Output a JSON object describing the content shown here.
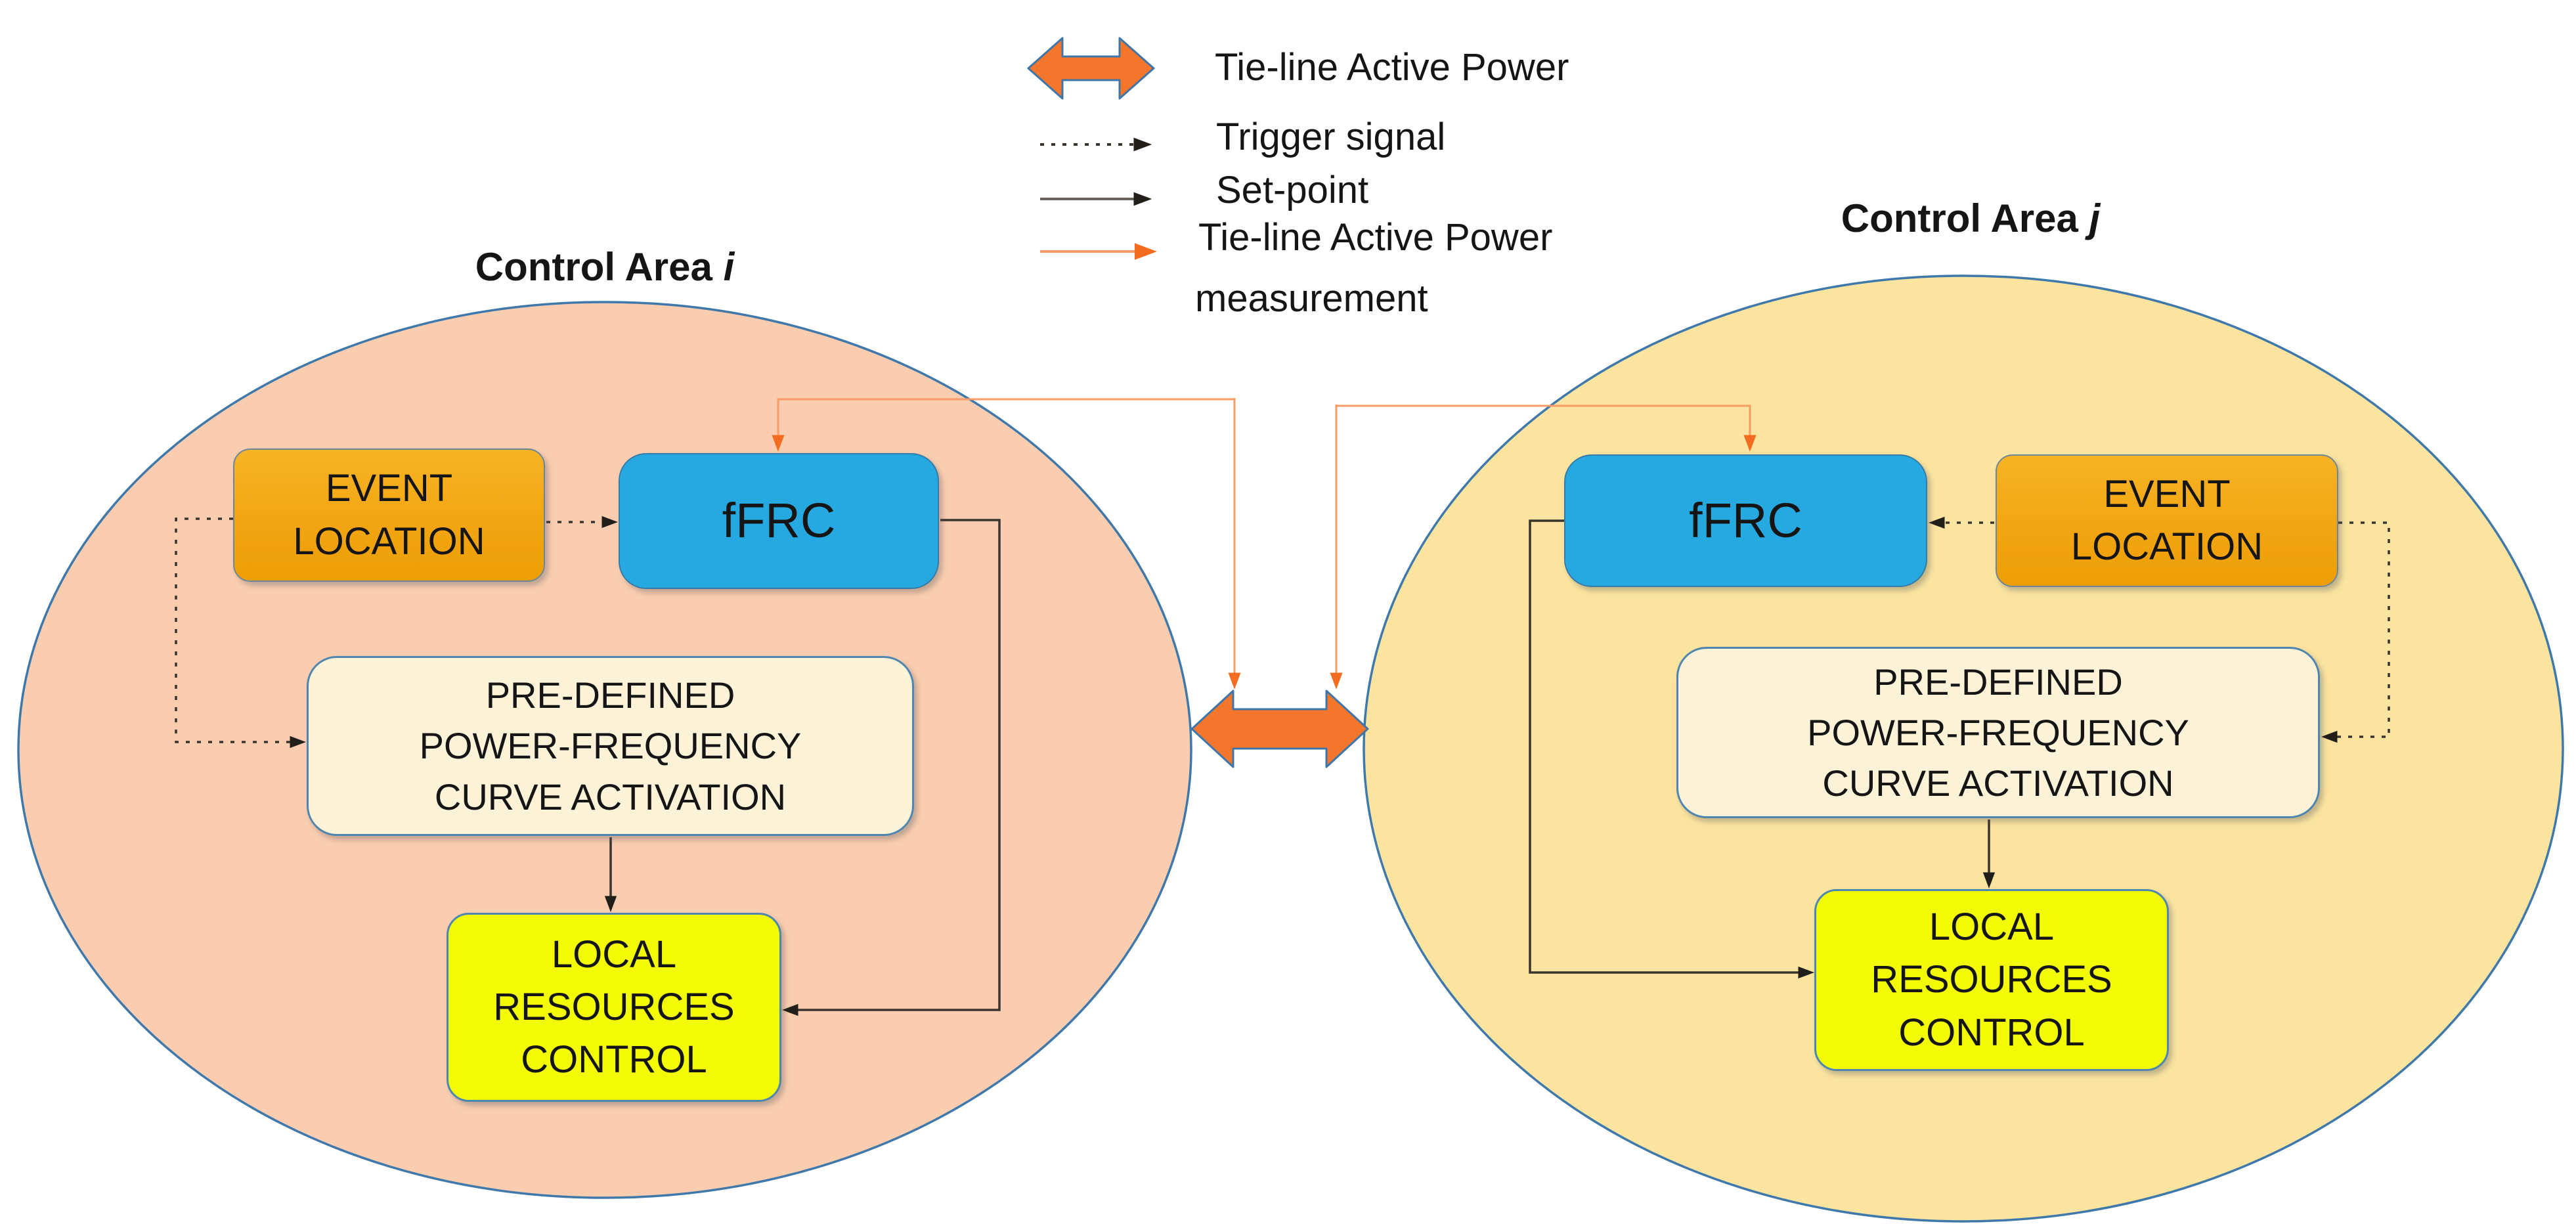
{
  "figure": {
    "kind": "control-areas-frequency-response-diagram"
  },
  "legend": {
    "items": [
      {
        "symbol": "tie-line-double-arrow",
        "lines": [
          "Tie-line Active Power"
        ]
      },
      {
        "symbol": "trigger-dashed-arrow",
        "lines": [
          "Trigger signal"
        ]
      },
      {
        "symbol": "set-point-arrow",
        "lines": [
          "Set-point"
        ]
      },
      {
        "symbol": "measurement-arrow",
        "lines": [
          "Tie-line Active Power",
          "measurement"
        ]
      }
    ]
  },
  "areas": {
    "left": {
      "title_prefix": "Control Area ",
      "title_variable": "i",
      "boxes": {
        "event_location": {
          "lines": [
            "EVENT",
            "LOCATION"
          ]
        },
        "ffrc": {
          "label": "fFRC"
        },
        "pre_defined": {
          "lines": [
            "PRE-DEFINED",
            "POWER-FREQUENCY",
            "CURVE ACTIVATION"
          ]
        },
        "local_resources": {
          "lines": [
            "LOCAL",
            "RESOURCES",
            "CONTROL"
          ]
        }
      }
    },
    "right": {
      "title_prefix": "Control Area ",
      "title_variable": "j",
      "boxes": {
        "event_location": {
          "lines": [
            "EVENT",
            "LOCATION"
          ]
        },
        "ffrc": {
          "label": "fFRC"
        },
        "pre_defined": {
          "lines": [
            "PRE-DEFINED",
            "POWER-FREQUENCY",
            "CURVE ACTIVATION"
          ]
        },
        "local_resources": {
          "lines": [
            "LOCAL",
            "RESOURCES",
            "CONTROL"
          ]
        }
      }
    }
  },
  "colors": {
    "left_area_fill": "#FACDB0",
    "right_area_fill": "#FBE4A0",
    "area_border": "#3F78AA",
    "event_location_fill": "#F2A513",
    "ffrc_fill": "#25A9E0",
    "pre_defined_fill": "#FBF2D7",
    "local_fill": "#F2FB05",
    "tie_line_arrow": "#F4752C",
    "measurement_line": "#F79B67",
    "measurement_head": "#F36C1F",
    "signal_dark": "#3A342E"
  }
}
